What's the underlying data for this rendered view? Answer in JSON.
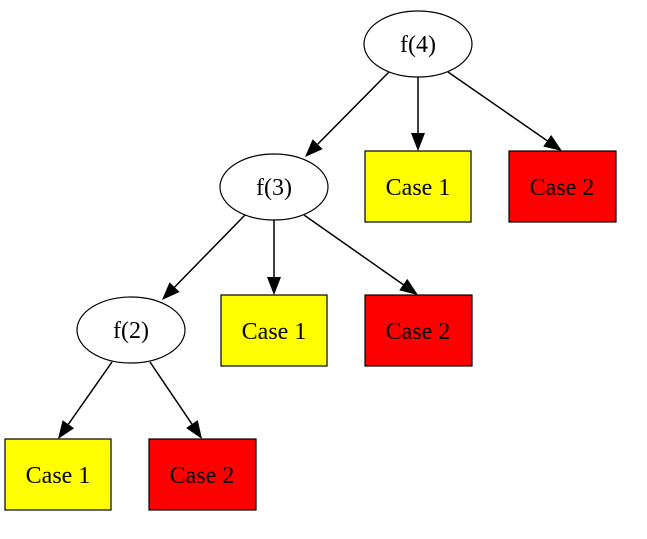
{
  "colors": {
    "case1_fill": "#ffff00",
    "case2_fill": "#ff0000",
    "call_fill": "#ffffff",
    "stroke": "#000000"
  },
  "nodes": {
    "f4": {
      "label": "f(4)",
      "kind": "call"
    },
    "f3": {
      "label": "f(3)",
      "kind": "call"
    },
    "f2": {
      "label": "f(2)",
      "kind": "call"
    },
    "f4_case1": {
      "label": "Case 1",
      "kind": "case1"
    },
    "f4_case2": {
      "label": "Case 2",
      "kind": "case2"
    },
    "f3_case1": {
      "label": "Case 1",
      "kind": "case1"
    },
    "f3_case2": {
      "label": "Case 2",
      "kind": "case2"
    },
    "f2_case1": {
      "label": "Case 1",
      "kind": "case1"
    },
    "f2_case2": {
      "label": "Case 2",
      "kind": "case2"
    }
  },
  "edges": [
    {
      "from": "f4",
      "to": "f3"
    },
    {
      "from": "f4",
      "to": "f4_case1"
    },
    {
      "from": "f4",
      "to": "f4_case2"
    },
    {
      "from": "f3",
      "to": "f2"
    },
    {
      "from": "f3",
      "to": "f3_case1"
    },
    {
      "from": "f3",
      "to": "f3_case2"
    },
    {
      "from": "f2",
      "to": "f2_case1"
    },
    {
      "from": "f2",
      "to": "f2_case2"
    }
  ]
}
